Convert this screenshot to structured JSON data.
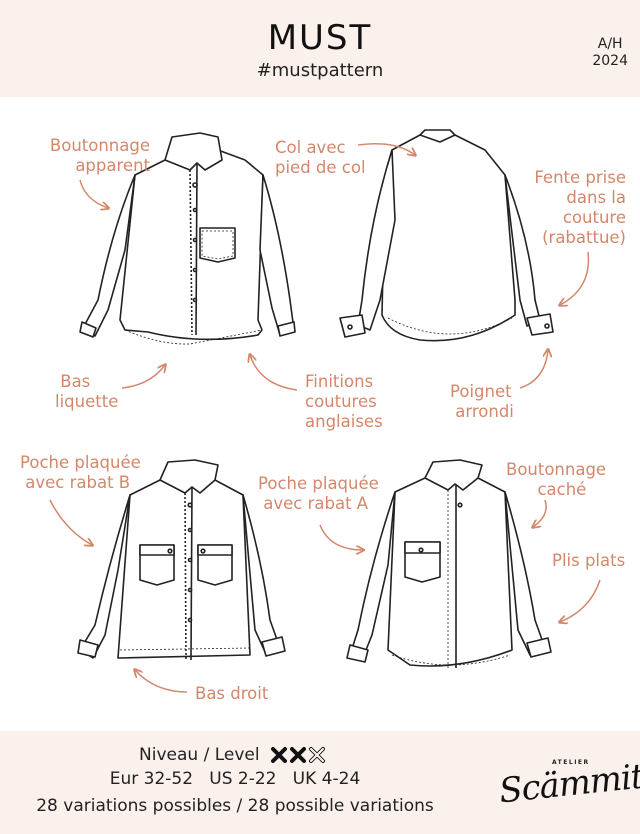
{
  "header": {
    "title": "MUST",
    "hashtag": "#mustpattern",
    "season_line1": "A/H",
    "season_line2": "2024"
  },
  "annotations": {
    "boutonnage_apparent": "Boutonnage\n apparent",
    "col_avec_pied": "Col avec\npied de col",
    "fente_prise": "Fente prise\n    dans la\n   couture\n(rabattue)",
    "bas_liquette": " Bas\nliquette",
    "finitions": "Finitions\ncoutures\nanglaises",
    "poignet_arrondi": "Poignet\n arrondi",
    "poche_rabat_b": "Poche plaquée\n avec rabat B",
    "poche_rabat_a": "Poche plaquée\n avec rabat A",
    "boutonnage_cache": "Boutonnage\n      caché",
    "plis_plats": "Plis plats",
    "bas_droit": "Bas droit"
  },
  "drawings": {
    "top_left": "shirt-front-visible-buttons-single-pocket",
    "top_right": "shirt-back-view",
    "bottom_left": "shirt-front-two-flap-pockets-straight-hem",
    "bottom_right": "shirt-front-hidden-placket-single-flap-pocket"
  },
  "footer": {
    "level_label": "Niveau / Level",
    "level_filled": 2,
    "level_total": 3,
    "sizes": "Eur 32-52   US 2-22   UK 4-24",
    "variations": "28 variations possibles / 28 possible variations",
    "logo_small": "ATELIER",
    "logo_script": "Scämmit"
  },
  "colors": {
    "band_bg": "#fbf1ec",
    "annotation": "#d4876b",
    "ink": "#111111"
  }
}
